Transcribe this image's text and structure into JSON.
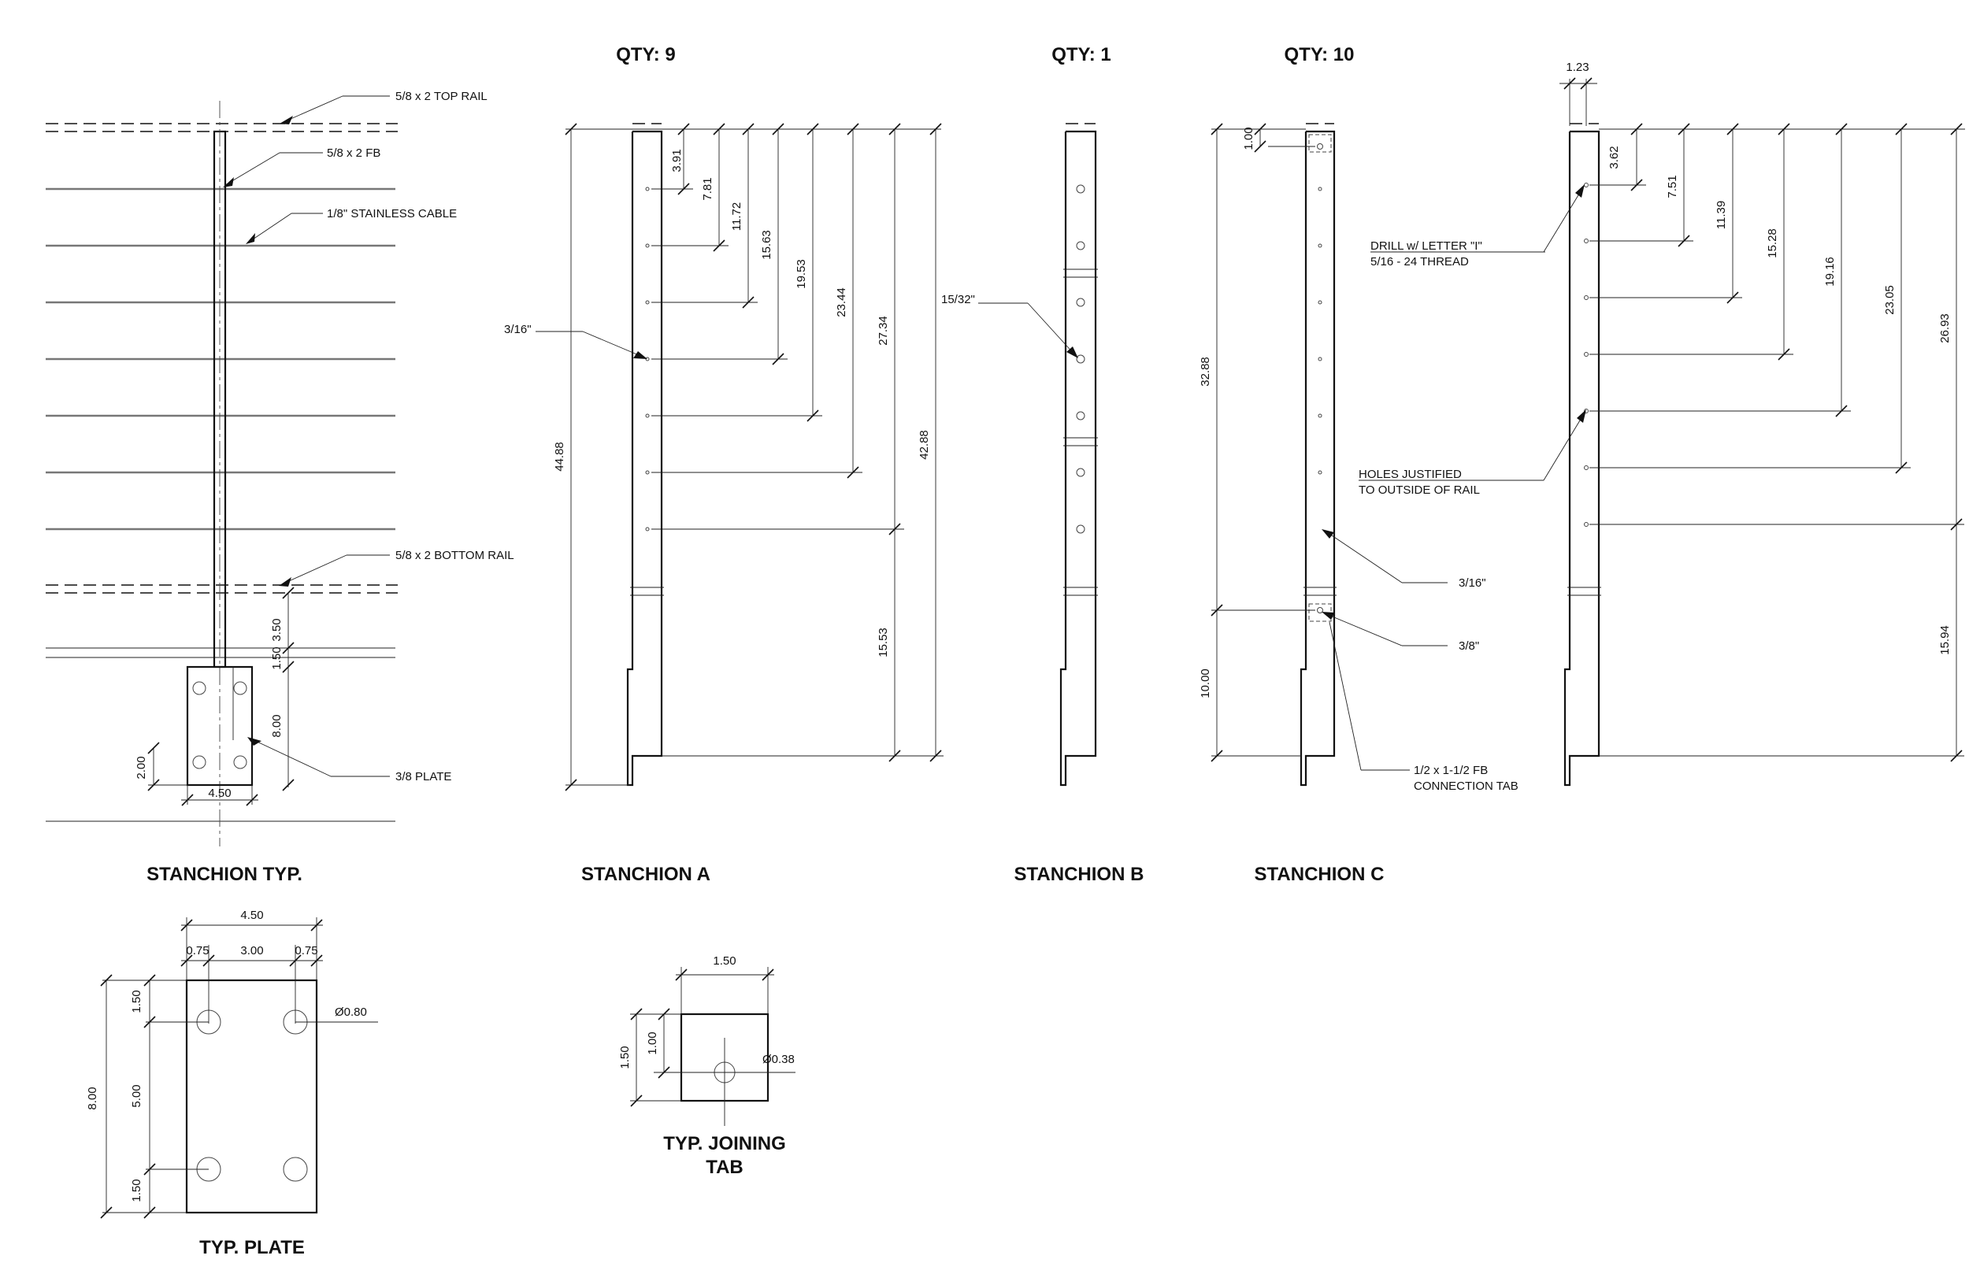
{
  "sheet": {
    "colors": {
      "line": "#111111",
      "background": "#ffffff",
      "cable": "#777777"
    }
  },
  "titles": {
    "stanchion_typ": "STANCHION TYP.",
    "stanchion_a": "STANCHION A",
    "stanchion_b": "STANCHION B",
    "stanchion_c": "STANCHION C",
    "typ_plate": "TYP. PLATE",
    "typ_joining_tab_line1": "TYP. JOINING",
    "typ_joining_tab_line2": "TAB"
  },
  "quantities": {
    "stanchion_a": "QTY: 9",
    "stanchion_b": "QTY: 1",
    "stanchion_c": "QTY: 10"
  },
  "callouts": {
    "top_rail": "5/8 x 2 TOP RAIL",
    "fb": "5/8 x 2 FB",
    "cable": "1/8\" STAINLESS CABLE",
    "bottom_rail": "5/8 x 2 BOTTOM RAIL",
    "plate": "3/8 PLATE",
    "a_hole": "3/16\"",
    "b_hole": "15/32\"",
    "c_hole": "3/16\"",
    "c_tab_hole": "3/8\"",
    "c_tab_line1": "1/2 x 1-1/2  FB",
    "c_tab_line2": "CONNECTION TAB",
    "drill_line1": "DRILL w/ LETTER \"I\"",
    "drill_line2": "5/16 - 24 THREAD",
    "holes_line1": "HOLES JUSTIFIED",
    "holes_line2": "TO OUTSIDE OF RAIL"
  },
  "dims": {
    "typ": {
      "d350": "3.50",
      "d150": "1.50",
      "d800": "8.00",
      "d200": "2.00",
      "d450": "4.50"
    },
    "a": [
      "3.91",
      "7.81",
      "11.72",
      "15.63",
      "19.53",
      "23.44",
      "27.34",
      "42.88",
      "44.88",
      "15.53"
    ],
    "c": {
      "d100": "1.00",
      "d3288": "32.88",
      "d1000": "10.00"
    },
    "r": [
      "3.62",
      "7.51",
      "11.39",
      "15.28",
      "19.16",
      "23.05",
      "26.93",
      "15.94"
    ],
    "r_top": "1.23",
    "plate": {
      "d450": "4.50",
      "d075a": "0.75",
      "d300": "3.00",
      "d075b": "0.75",
      "dia": "Ø0.80",
      "d800": "8.00",
      "d150a": "1.50",
      "d500": "5.00",
      "d150b": "1.50"
    },
    "tab": {
      "d150w": "1.50",
      "d150h": "1.50",
      "d100": "1.00",
      "dia": "Ø0.38"
    }
  }
}
